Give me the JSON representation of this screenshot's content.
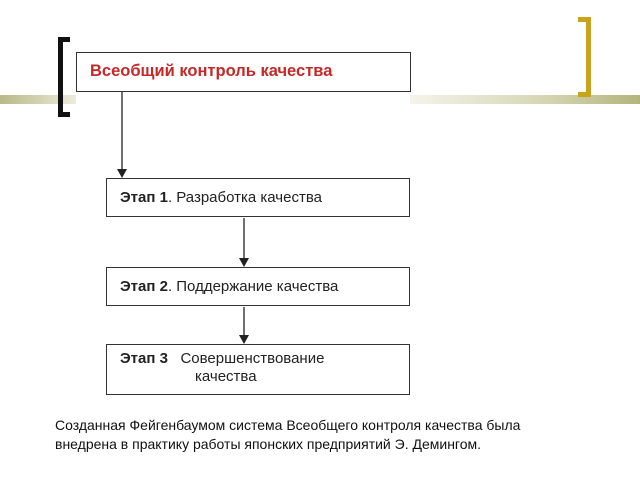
{
  "diagram": {
    "main_box": "Всеобщий контроль качества",
    "stages": [
      {
        "label": "Этап 1",
        "text": ". Разработка качества"
      },
      {
        "label": "Этап 2",
        "text": ". Поддержание качества"
      },
      {
        "label": "Этап 3",
        "line1": "Совершенствование",
        "line2": "качества"
      }
    ]
  },
  "caption": {
    "line1": "Созданная Фейгенбаумом система Всеобщего контроля качества была",
    "line2": "внедрена в практику работы японских предприятий Э. Демингом."
  },
  "colors": {
    "title_text": "#c62828",
    "bracket_left": "#111111",
    "bracket_right": "#c9a31c"
  }
}
